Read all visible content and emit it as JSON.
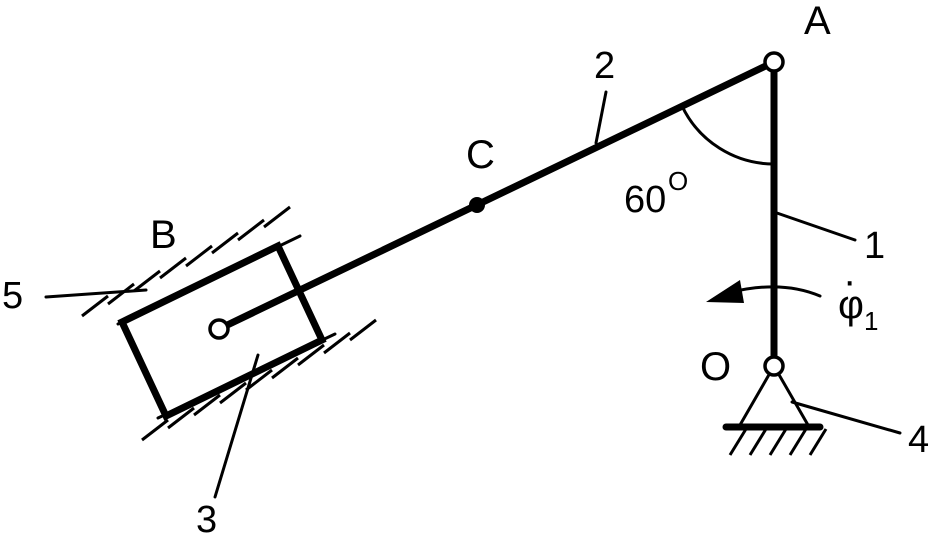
{
  "labels": {
    "point_a": "A",
    "point_b": "B",
    "point_c": "C",
    "point_o": "O",
    "link_1": "1",
    "link_2": "2",
    "link_3": "3",
    "link_4": "4",
    "link_5": "5",
    "angle": "60",
    "angle_unit": "O",
    "phi_symbol": "φ",
    "phi_dot": "·",
    "phi_subscript": "1"
  }
}
